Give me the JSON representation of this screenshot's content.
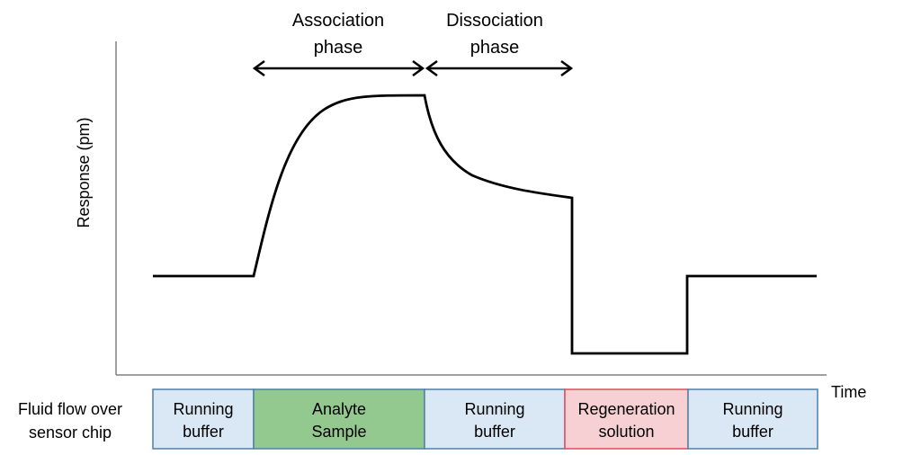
{
  "axes": {
    "ylabel": "Response (pm)",
    "xlabel": "Time"
  },
  "phases": [
    {
      "name": "association",
      "line1": "Association",
      "line2": "phase"
    },
    {
      "name": "dissociation",
      "line1": "Dissociation",
      "line2": "phase"
    }
  ],
  "flow": {
    "label_line1": "Fluid flow over",
    "label_line2": "sensor chip",
    "segments": [
      {
        "name": "running-buffer-1",
        "line1": "Running",
        "line2": "buffer",
        "fill": "#dae8f5",
        "stroke": "#4f7fa9"
      },
      {
        "name": "analyte-sample",
        "line1": "Analyte",
        "line2": "Sample",
        "fill": "#93c98f",
        "stroke": "#4f7fa9"
      },
      {
        "name": "running-buffer-2",
        "line1": "Running",
        "line2": "buffer",
        "fill": "#dae8f5",
        "stroke": "#4f7fa9"
      },
      {
        "name": "regeneration-solution",
        "line1": "Regeneration",
        "line2": "solution",
        "fill": "#f6d0d2",
        "stroke": "#d9505a"
      },
      {
        "name": "running-buffer-3",
        "line1": "Running",
        "line2": "buffer",
        "fill": "#dae8f5",
        "stroke": "#4f7fa9"
      }
    ]
  },
  "colors": {
    "curve": "#000000",
    "axis": "#808080"
  }
}
